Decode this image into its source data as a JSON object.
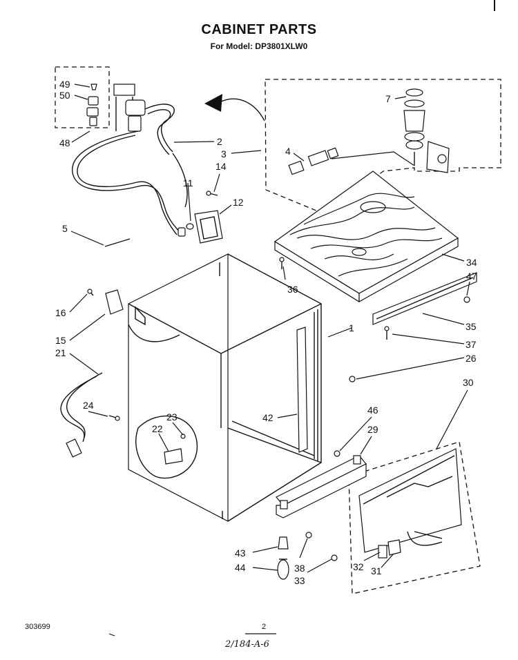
{
  "header": {
    "title": "CABINET PARTS",
    "subtitle": "For Model: DP3801XLW0"
  },
  "footer": {
    "doc_number": "303699",
    "page_number": "2",
    "handwritten_code": "2/184-A-6"
  },
  "callouts": [
    {
      "id": "c49",
      "text": "49"
    },
    {
      "id": "c50",
      "text": "50"
    },
    {
      "id": "c48",
      "text": "48"
    },
    {
      "id": "c2",
      "text": "2"
    },
    {
      "id": "c3",
      "text": "3"
    },
    {
      "id": "c4",
      "text": "4"
    },
    {
      "id": "c7",
      "text": "7"
    },
    {
      "id": "c14",
      "text": "14"
    },
    {
      "id": "c11",
      "text": "11"
    },
    {
      "id": "c12",
      "text": "12"
    },
    {
      "id": "c5",
      "text": "5"
    },
    {
      "id": "c34",
      "text": "34"
    },
    {
      "id": "c47",
      "text": "47"
    },
    {
      "id": "c36",
      "text": "36"
    },
    {
      "id": "c16",
      "text": "16"
    },
    {
      "id": "c15",
      "text": "15"
    },
    {
      "id": "c21",
      "text": "21"
    },
    {
      "id": "c1",
      "text": "1"
    },
    {
      "id": "c35",
      "text": "35"
    },
    {
      "id": "c37",
      "text": "37"
    },
    {
      "id": "c26",
      "text": "26"
    },
    {
      "id": "c24",
      "text": "24"
    },
    {
      "id": "c23",
      "text": "23"
    },
    {
      "id": "c22",
      "text": "22"
    },
    {
      "id": "c42",
      "text": "42"
    },
    {
      "id": "c46",
      "text": "46"
    },
    {
      "id": "c29",
      "text": "29"
    },
    {
      "id": "c30",
      "text": "30"
    },
    {
      "id": "c43",
      "text": "43"
    },
    {
      "id": "c44",
      "text": "44"
    },
    {
      "id": "c38",
      "text": "38"
    },
    {
      "id": "c33",
      "text": "33"
    },
    {
      "id": "c32",
      "text": "32"
    },
    {
      "id": "c31",
      "text": "31"
    }
  ]
}
